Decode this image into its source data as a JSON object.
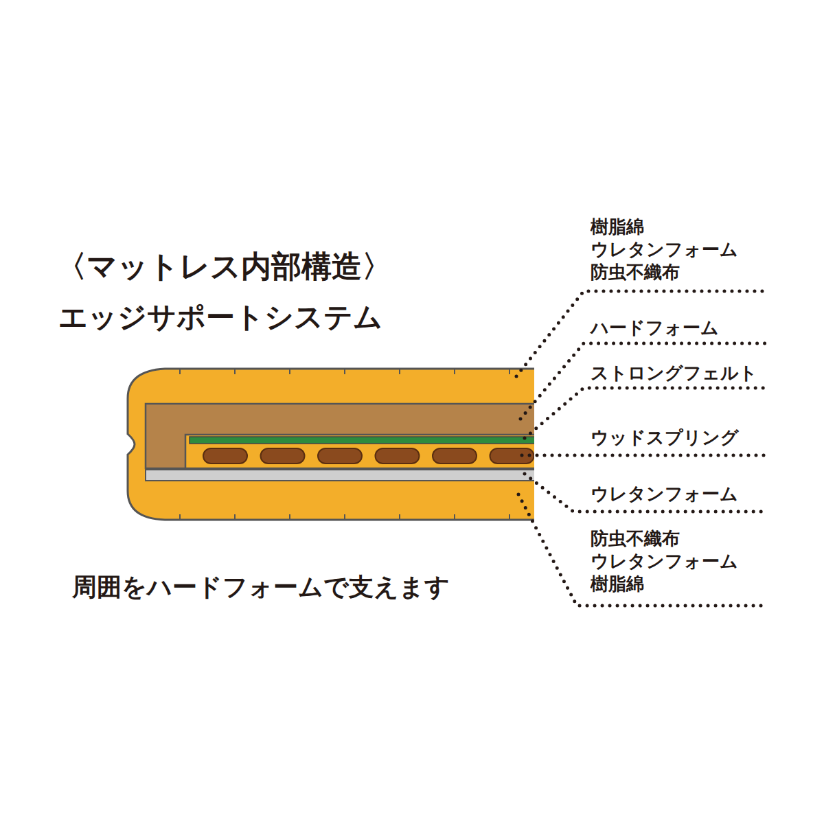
{
  "diagram": {
    "title": "〈マットレス内部構造〉",
    "caption": "周囲をハードフォームで支えます",
    "labels": [
      "エッジサポートシステム",
      "樹脂綿",
      "ウレタンフォーム",
      "防虫不織布",
      "ハードフォーム",
      "ストロングフェルト",
      "ウッドスプリング",
      "ウレタンフォーム",
      "防虫不織布",
      "ウレタンフォーム",
      "樹脂綿"
    ]
  }
}
